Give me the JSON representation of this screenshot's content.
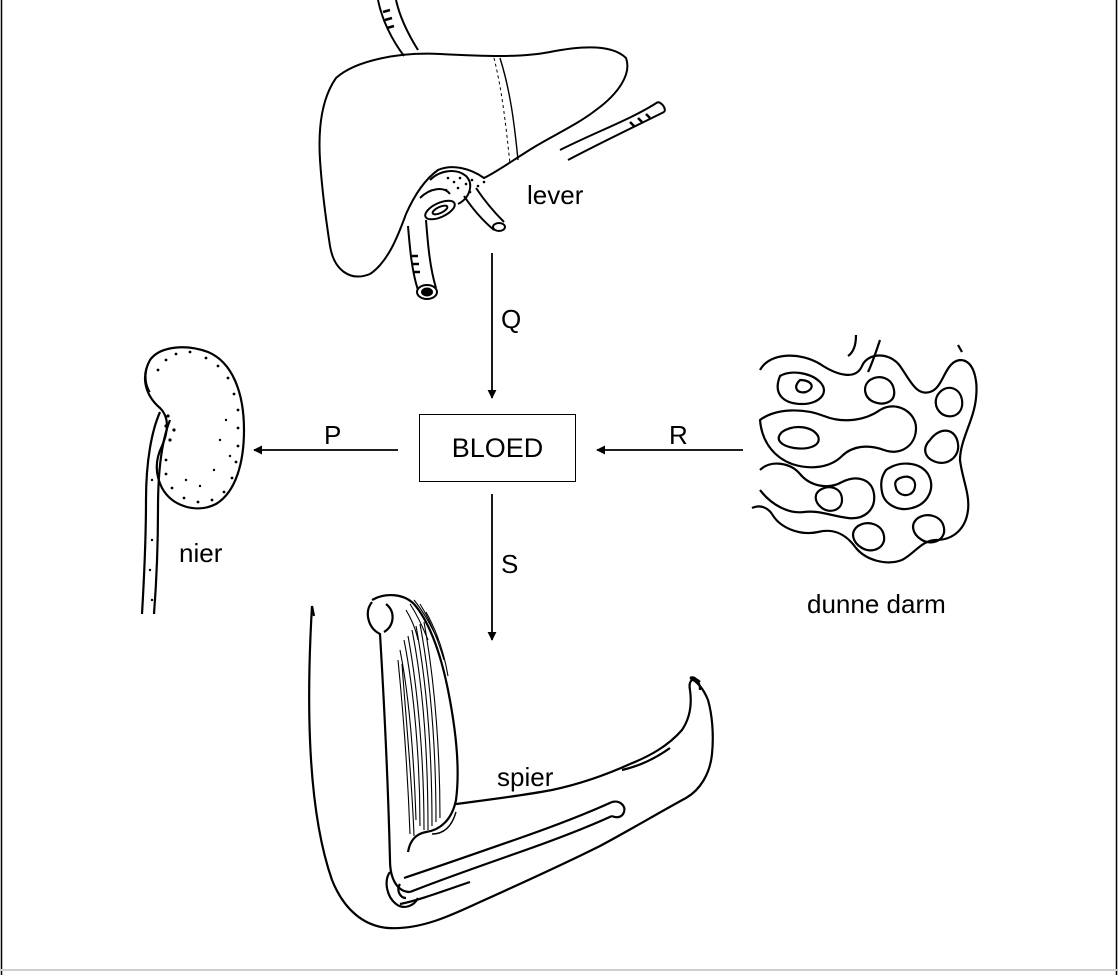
{
  "center": {
    "label": "BLOED"
  },
  "organs": {
    "liver": {
      "label": "lever"
    },
    "kidney": {
      "label": "nier"
    },
    "intestine": {
      "label": "dunne darm"
    },
    "muscle": {
      "label": "spier"
    }
  },
  "arrows": {
    "p": {
      "label": "P"
    },
    "q": {
      "label": "Q"
    },
    "r": {
      "label": "R"
    },
    "s": {
      "label": "S"
    }
  }
}
